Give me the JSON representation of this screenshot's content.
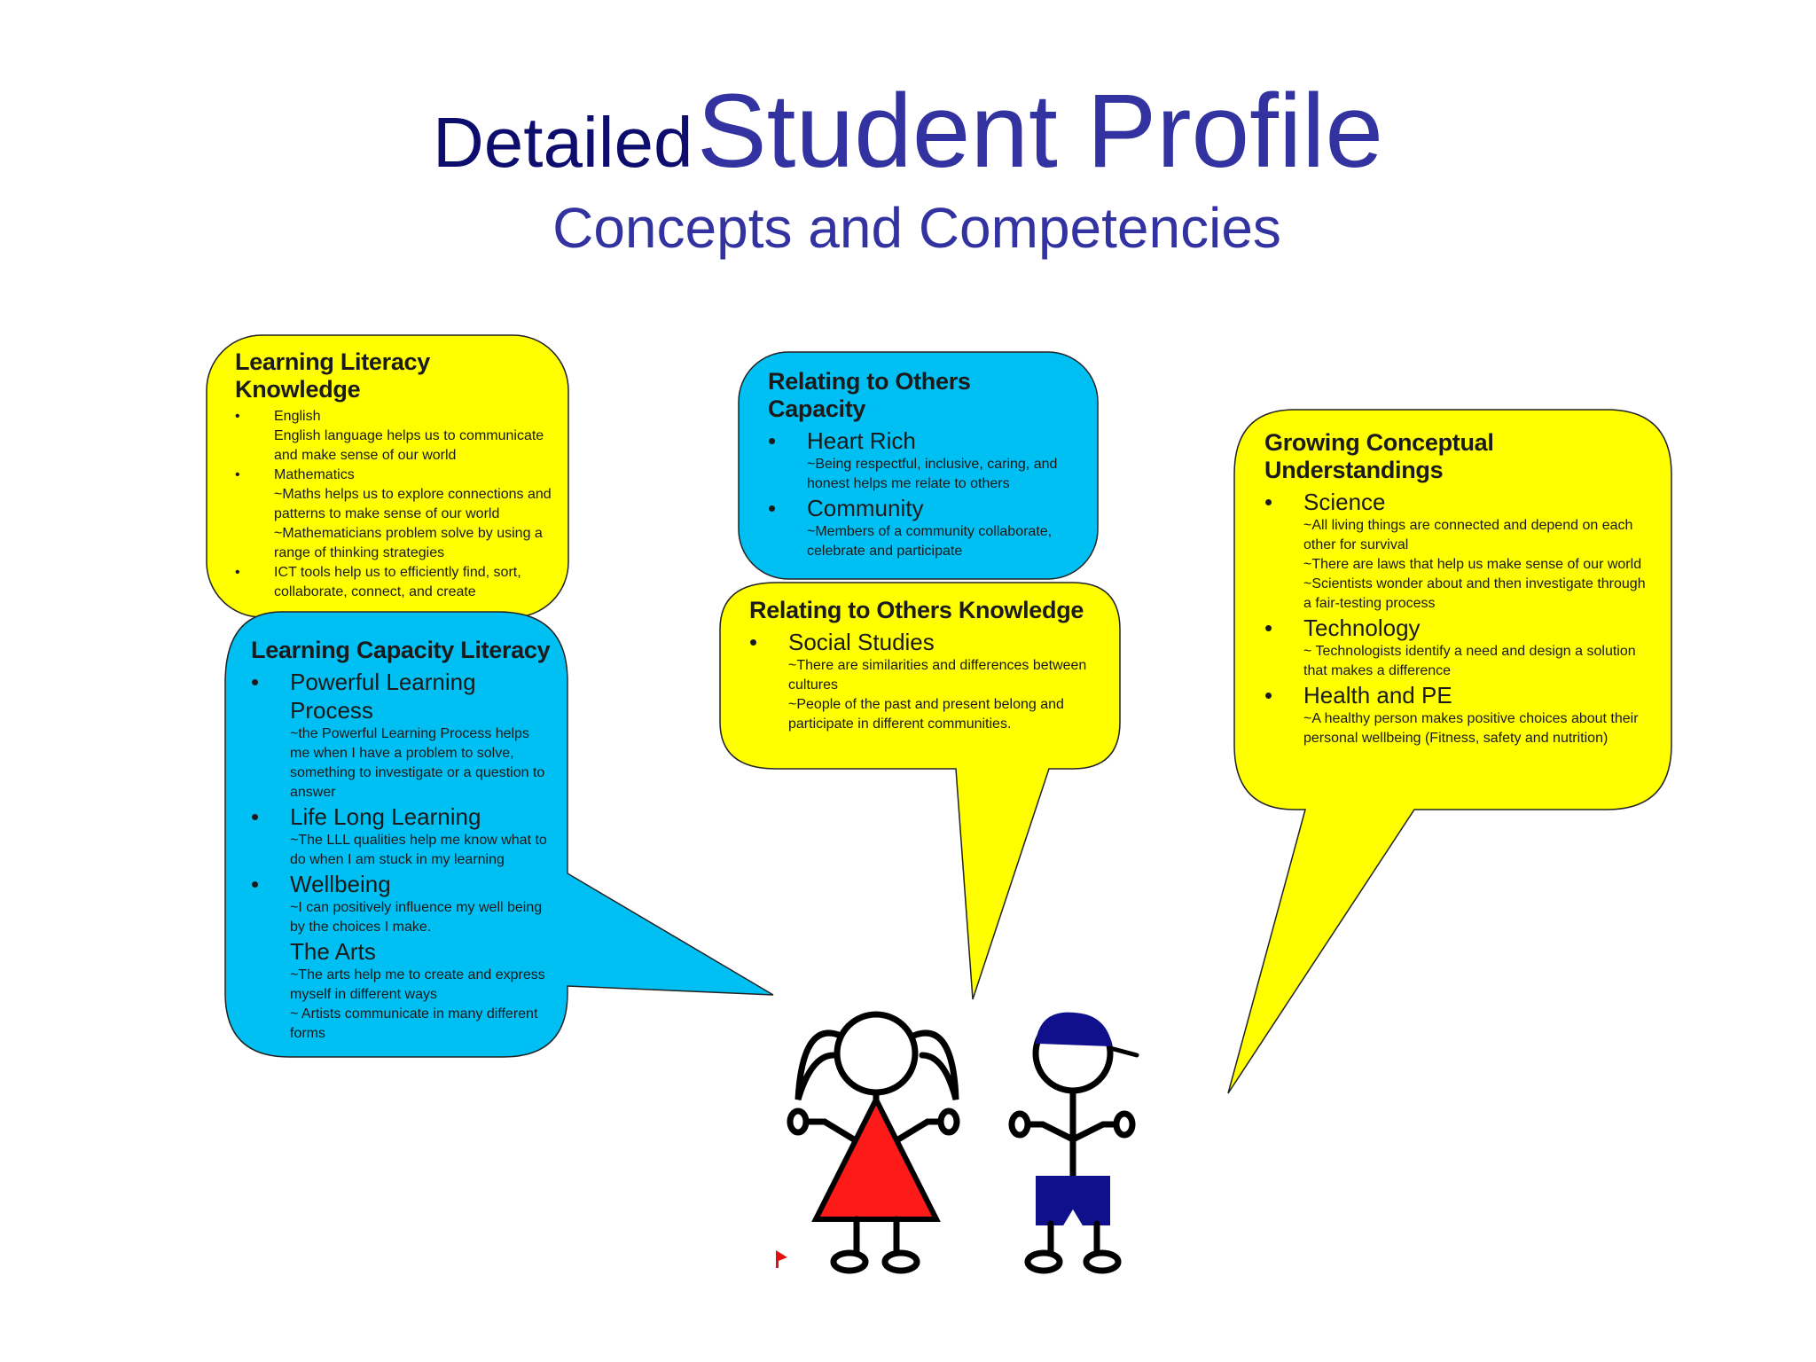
{
  "title": {
    "small": "Detailed",
    "big": "Student Profile"
  },
  "subtitle": "Concepts and Competencies",
  "colors": {
    "yellow": "#ffff00",
    "cyan": "#00bff2",
    "title_dark": "#0d0d6e",
    "title_blue": "#3232a0",
    "dress_red": "#ff1a1a",
    "shorts_blue": "#10108c"
  },
  "boxes": {
    "learning_literacy": {
      "title": "Learning Literacy Knowledge",
      "items": [
        {
          "label": "English",
          "notes": [
            "English language helps us to communicate and make sense of our world"
          ]
        },
        {
          "label": "Mathematics",
          "notes": [
            "~Maths helps us to explore connections and patterns to make sense of our world",
            "~Mathematicians problem solve by using a range of thinking strategies"
          ]
        },
        {
          "label": "ICT tools help us to  efficiently find, sort, collaborate, connect, and create",
          "notes": []
        }
      ]
    },
    "learning_capacity": {
      "title": "Learning Capacity Literacy",
      "items": [
        {
          "label": "Powerful Learning Process",
          "notes": [
            "~the Powerful Learning Process helps me when I have a problem to solve, something to investigate or a question to answer"
          ]
        },
        {
          "label": "Life Long Learning",
          "notes": [
            "~The LLL qualities help me know what to do when I am stuck in my learning"
          ]
        },
        {
          "label": "Wellbeing",
          "notes": [
            "~I can positively influence my well being by the choices I make."
          ]
        },
        {
          "label": "The Arts",
          "notes": [
            "~The arts help me to create and express myself in different ways",
            "~ Artists communicate in many different forms"
          ]
        }
      ]
    },
    "relating_capacity": {
      "title": "Relating to Others Capacity",
      "items": [
        {
          "label": "Heart Rich",
          "notes": [
            "~Being respectful, inclusive, caring, and honest helps me relate to others"
          ]
        },
        {
          "label": "Community",
          "notes": [
            "~Members of a community collaborate, celebrate and participate"
          ]
        }
      ]
    },
    "relating_knowledge": {
      "title": "Relating to Others Knowledge",
      "items": [
        {
          "label": "Social Studies",
          "notes": [
            "~There are similarities and differences between cultures",
            "~People of the past and present belong and participate in different communities."
          ]
        }
      ]
    },
    "growing_conceptual": {
      "title": "Growing Conceptual Understandings",
      "items": [
        {
          "label": "Science",
          "notes": [
            "~All living things are connected and depend on each other for survival",
            "~There are laws that help us make sense of our world",
            "~Scientists wonder about and then investigate through a fair-testing process"
          ]
        },
        {
          "label": "Technology",
          "notes": [
            "~ Technologists identify a need and design a solution that makes a difference"
          ]
        },
        {
          "label": "Health and PE",
          "notes": [
            "~A healthy person makes positive choices about their personal wellbeing (Fitness, safety and nutrition)"
          ]
        }
      ]
    }
  }
}
